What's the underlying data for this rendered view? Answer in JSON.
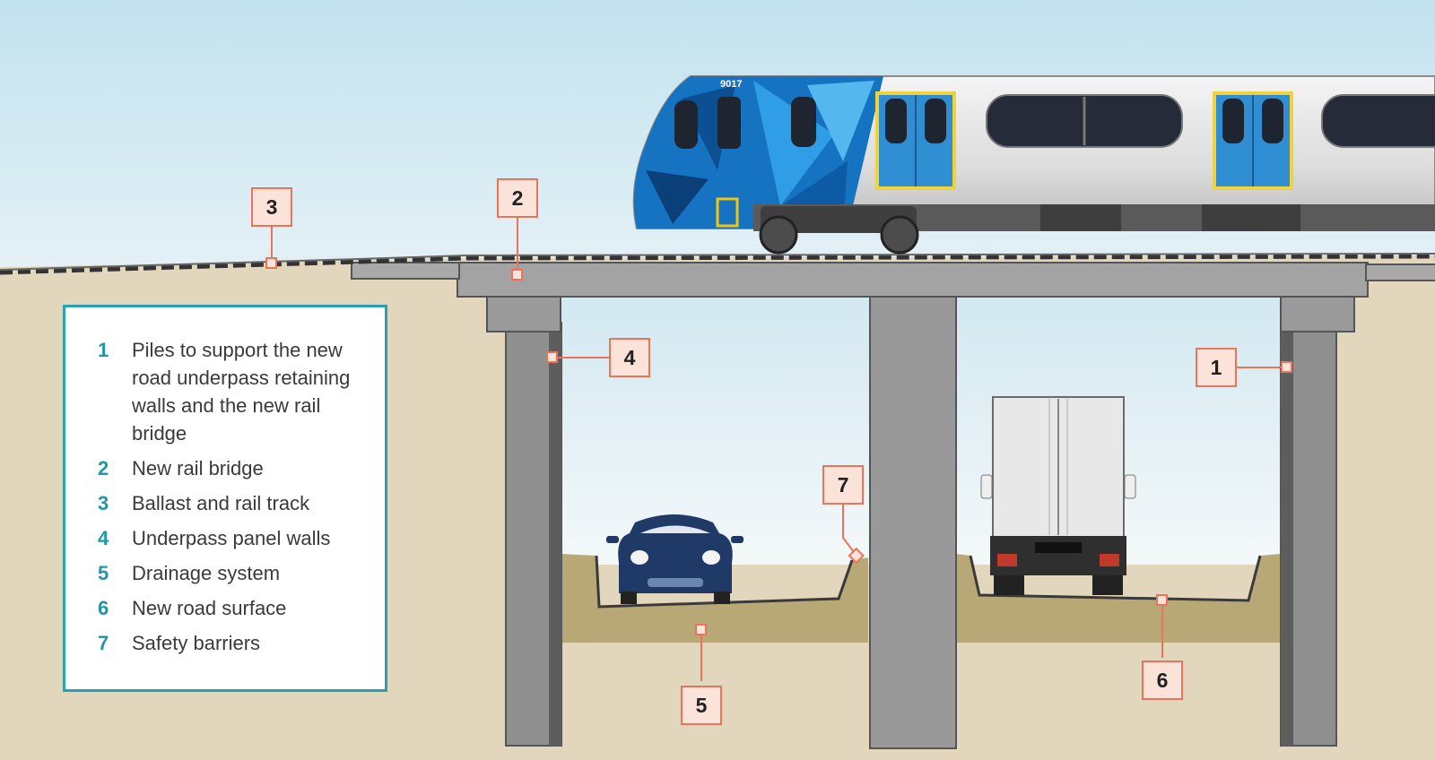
{
  "train": {
    "number": "9017"
  },
  "callouts": [
    {
      "id": "1",
      "label": "1"
    },
    {
      "id": "2",
      "label": "2"
    },
    {
      "id": "3",
      "label": "3"
    },
    {
      "id": "4",
      "label": "4"
    },
    {
      "id": "5",
      "label": "5"
    },
    {
      "id": "6",
      "label": "6"
    },
    {
      "id": "7",
      "label": "7"
    }
  ],
  "legend": {
    "items": [
      {
        "num": "1",
        "text": "Piles to support the new road underpass retaining walls and the new rail bridge"
      },
      {
        "num": "2",
        "text": "New rail bridge"
      },
      {
        "num": "3",
        "text": "Ballast and rail track"
      },
      {
        "num": "4",
        "text": "Underpass panel walls"
      },
      {
        "num": "5",
        "text": "Drainage system"
      },
      {
        "num": "6",
        "text": "New road surface"
      },
      {
        "num": "7",
        "text": "Safety barriers"
      }
    ]
  },
  "colors": {
    "sky_top": "#c4e3ef",
    "sky_bottom": "#e6f2f7",
    "ground": "#e2d6bc",
    "concrete": "#8f8f8f",
    "callout": "#e8755a",
    "legend_border": "#2aa1b2",
    "legend_number": "#1e97aa",
    "car": "#1f3a66",
    "train_blue": "#1673c2"
  }
}
